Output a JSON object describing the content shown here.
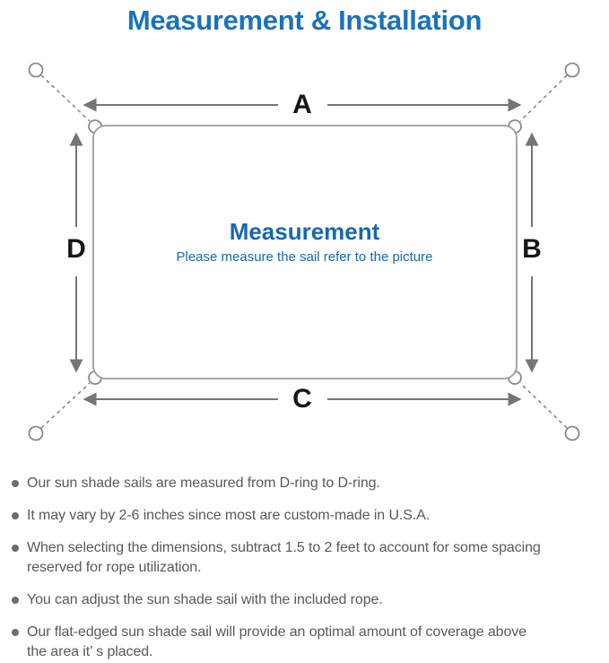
{
  "title": "Measurement & Installation",
  "colors": {
    "title_blue": "#1a73b9",
    "center_blue": "#1668b0",
    "line_gray": "#757575",
    "outline_gray": "#9b9b9b",
    "letter_black": "#161616",
    "note_gray": "#595959"
  },
  "diagram": {
    "labels": {
      "top": "A",
      "right": "B",
      "bottom": "C",
      "left": "D"
    },
    "center_heading": "Measurement",
    "center_subtext": "Please measure the sail refer to the picture"
  },
  "notes": [
    "Our sun shade sails are measured from D-ring to D-ring.",
    "It may vary by 2-6 inches since most are custom-made in U.S.A.",
    "When selecting the dimensions, subtract 1.5 to 2 feet to account for some spacing\nreserved for rope utilization.",
    "You can adjust the sun shade sail with the included rope.",
    "Our flat-edged sun shade sail will provide an optimal amount of coverage above\nthe area it’ s placed."
  ]
}
